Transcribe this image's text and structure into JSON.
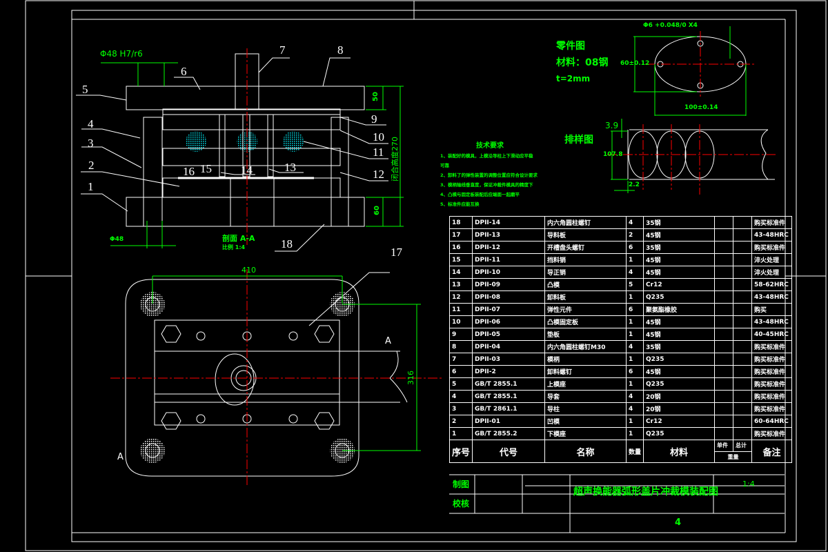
{
  "title_block": {
    "drawing_title": "超声换能器弧形盖片冲裁模装配图",
    "scale": "1:4",
    "sheet": "4",
    "drawn_by_label": "制图",
    "checked_by_label": "校核"
  },
  "bom": {
    "headers": {
      "no": "序号",
      "code": "代号",
      "name": "名称",
      "qty": "数量",
      "material": "材料",
      "unit_weight": "单件",
      "total_weight": "总计",
      "weight": "重量",
      "remark": "备注"
    },
    "rows": [
      {
        "no": "18",
        "code": "DPII-14",
        "name": "内六角圆柱螺钉",
        "qty": "4",
        "material": "35钢",
        "remark": "购买标准件"
      },
      {
        "no": "17",
        "code": "DPII-13",
        "name": "导料板",
        "qty": "2",
        "material": "45钢",
        "remark": "43-48HRC"
      },
      {
        "no": "16",
        "code": "DPII-12",
        "name": "开槽盘头螺钉",
        "qty": "6",
        "material": "35钢",
        "remark": "购买标准件"
      },
      {
        "no": "15",
        "code": "DPII-11",
        "name": "挡料销",
        "qty": "1",
        "material": "45钢",
        "remark": "淬火处理"
      },
      {
        "no": "14",
        "code": "DPII-10",
        "name": "导正销",
        "qty": "4",
        "material": "45钢",
        "remark": "淬火处理"
      },
      {
        "no": "13",
        "code": "DPII-09",
        "name": "凸模",
        "qty": "5",
        "material": "Cr12",
        "remark": "58-62HRC"
      },
      {
        "no": "12",
        "code": "DPII-08",
        "name": "卸料板",
        "qty": "1",
        "material": "Q235",
        "remark": "43-48HRC"
      },
      {
        "no": "11",
        "code": "DPII-07",
        "name": "弹性元件",
        "qty": "6",
        "material": "聚氨酯橡胶",
        "remark": "购买"
      },
      {
        "no": "10",
        "code": "DPII-06",
        "name": "凸模固定板",
        "qty": "1",
        "material": "45钢",
        "remark": "43-48HRC"
      },
      {
        "no": "9",
        "code": "DPII-05",
        "name": "垫板",
        "qty": "1",
        "material": "45钢",
        "remark": "40-45HRC"
      },
      {
        "no": "8",
        "code": "DPII-04",
        "name": "内六角圆柱螺钉M30",
        "qty": "4",
        "material": "35钢",
        "remark": "购买标准件"
      },
      {
        "no": "7",
        "code": "DPII-03",
        "name": "模柄",
        "qty": "1",
        "material": "Q235",
        "remark": "购买标准件"
      },
      {
        "no": "6",
        "code": "DPII-2",
        "name": "卸料螺钉",
        "qty": "6",
        "material": "45钢",
        "remark": "购买标准件"
      },
      {
        "no": "5",
        "code": "GB/T 2855.1",
        "name": "上模座",
        "qty": "1",
        "material": "Q235",
        "remark": "购买标准件"
      },
      {
        "no": "4",
        "code": "GB/T 2855.1",
        "name": "导套",
        "qty": "4",
        "material": "20钢",
        "remark": "购买标准件"
      },
      {
        "no": "3",
        "code": "GB/T 2861.1",
        "name": "导柱",
        "qty": "4",
        "material": "20钢",
        "remark": "购买标准件"
      },
      {
        "no": "2",
        "code": "DPII-01",
        "name": "凹模",
        "qty": "1",
        "material": "Cr12",
        "remark": "60-64HRC"
      },
      {
        "no": "1",
        "code": "GB/T 2855.2",
        "name": "下模座",
        "qty": "1",
        "material": "Q235",
        "remark": "购买标准件"
      }
    ]
  },
  "part_drawing": {
    "title": "零件图",
    "material": "材料：08钢",
    "thickness": "t=2mm",
    "hole_dim": "Φ6 +0.048/0 X4",
    "height_dim": "60±0.12",
    "width_dim": "100±0.14"
  },
  "strip_layout": {
    "title": "排样图",
    "edge_margin": "3.9",
    "strip_width": "107.8",
    "gap": "2.2"
  },
  "tech_requirements": {
    "title": "技术要求",
    "items": [
      "1、装配好的模具，上模沿导柱上下滑动应平稳",
      "可靠",
      "2、卸料了的弹性装置的调整位置应符合设计要求",
      "3、模柄轴线垂直度，保证冲裁件模具的精度下",
      "4、凸模与固定板装配后应端面一起磨平",
      "5、标准件应能互换"
    ]
  },
  "section_view": {
    "fit_dim": "Φ48 H7/r6",
    "top_dim": "50",
    "bottom_dim": "60",
    "closed_height": "闭合高度270",
    "pin_dim": "Φ48",
    "caption": "剖面 A-A",
    "caption_scale": "比例 1:4",
    "part_labels": [
      "1",
      "2",
      "3",
      "4",
      "5",
      "6",
      "7",
      "8",
      "9",
      "10",
      "11",
      "12",
      "13",
      "14",
      "15",
      "16",
      "18"
    ]
  },
  "plan_view": {
    "width_dim": "410",
    "height_dim": "316",
    "section_mark": "A",
    "part_label": "17"
  },
  "colors": {
    "background": "#000000",
    "outline": "#ffffff",
    "hatch": "#00e5ee",
    "dimension": "#00ff00",
    "centerline": "#ff0000"
  }
}
